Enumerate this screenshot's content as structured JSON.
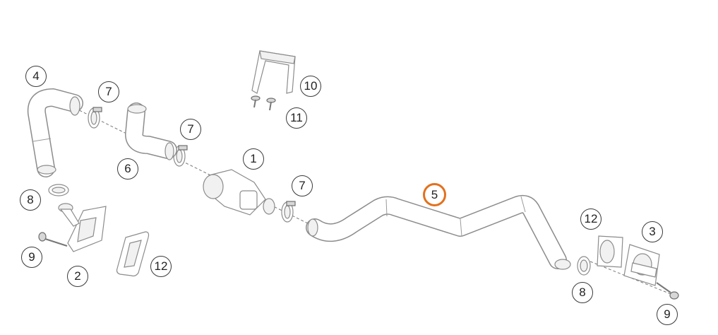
{
  "diagram": {
    "highlight_color": "#e2711d",
    "callouts": [
      {
        "id": "c4",
        "label": "4"
      },
      {
        "id": "c7a",
        "label": "7"
      },
      {
        "id": "c10",
        "label": "10"
      },
      {
        "id": "c11",
        "label": "11"
      },
      {
        "id": "c7b",
        "label": "7"
      },
      {
        "id": "c6",
        "label": "6"
      },
      {
        "id": "c1",
        "label": "1"
      },
      {
        "id": "c7c",
        "label": "7"
      },
      {
        "id": "c5",
        "label": "5",
        "highlighted": true
      },
      {
        "id": "c8a",
        "label": "8"
      },
      {
        "id": "c9a",
        "label": "9"
      },
      {
        "id": "c2",
        "label": "2"
      },
      {
        "id": "c12a",
        "label": "12"
      },
      {
        "id": "c12b",
        "label": "12"
      },
      {
        "id": "c3",
        "label": "3"
      },
      {
        "id": "c8b",
        "label": "8"
      },
      {
        "id": "c9b",
        "label": "9"
      }
    ]
  }
}
